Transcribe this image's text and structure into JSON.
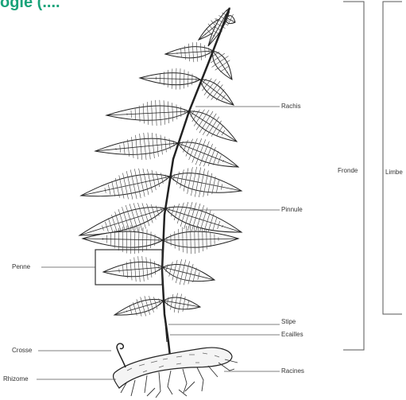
{
  "title": "ogie (....",
  "labels": {
    "rachis": "Rachis",
    "pinnule": "Pinnule",
    "penne": "Penne",
    "stipe": "Stipe",
    "ecailles": "Ecailles",
    "crosse": "Crosse",
    "racines": "Racines",
    "rhizome": "Rhizome",
    "fronde": "Fronde",
    "limbe": "Limbe"
  },
  "colors": {
    "title": "#1aa37a",
    "ink": "#222222",
    "leader": "#555555"
  }
}
